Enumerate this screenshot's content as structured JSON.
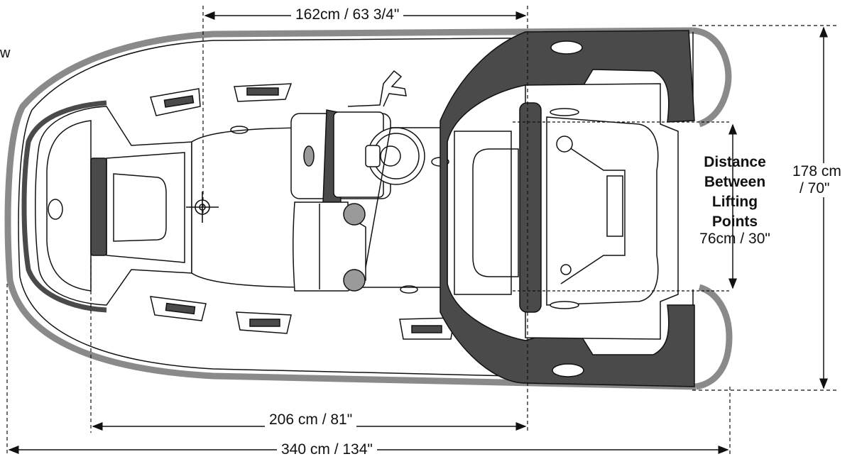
{
  "labels": {
    "side_fragment": "w",
    "beam_top": "162cm / 63 3/4\"",
    "height_line1": "178 cm",
    "height_line2": "/ 70\"",
    "lift_title_1": "Distance",
    "lift_title_2": "Between",
    "lift_title_3": "Lifting",
    "lift_title_4": "Points",
    "lift_value": "76cm / 30\"",
    "length_inner": "206 cm / 81\"",
    "length_overall": "340 cm / 134\""
  },
  "colors": {
    "outline": "#111111",
    "tube_gray": "#8a8a8a",
    "dark_fill": "#4a4a4a",
    "mid_gray": "#9a9a9a",
    "light_fill": "#ffffff"
  }
}
